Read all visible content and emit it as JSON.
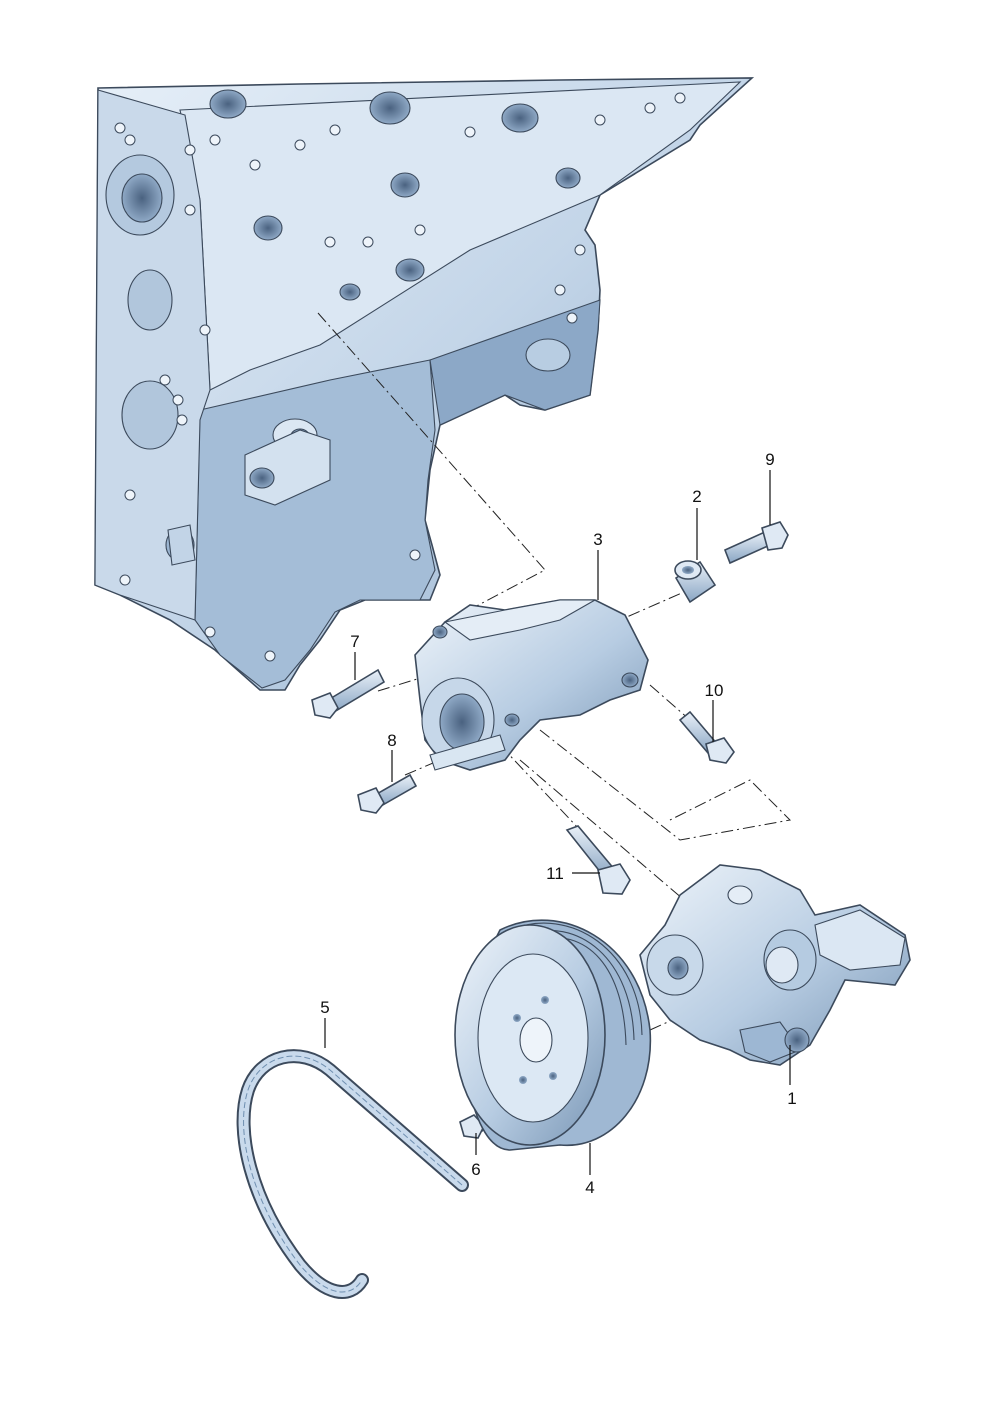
{
  "diagram": {
    "callouts": [
      {
        "id": "1",
        "label": "1"
      },
      {
        "id": "2",
        "label": "2"
      },
      {
        "id": "3",
        "label": "3"
      },
      {
        "id": "4",
        "label": "4"
      },
      {
        "id": "5",
        "label": "5"
      },
      {
        "id": "6",
        "label": "6"
      },
      {
        "id": "7",
        "label": "7"
      },
      {
        "id": "8",
        "label": "8"
      },
      {
        "id": "9",
        "label": "9"
      },
      {
        "id": "10",
        "label": "10"
      },
      {
        "id": "11",
        "label": "11"
      }
    ],
    "colors": {
      "part_light": "#d8e6f3",
      "part_mid": "#a9c1da",
      "part_dark": "#6f8fb0",
      "outline": "#3c4a5c"
    }
  }
}
